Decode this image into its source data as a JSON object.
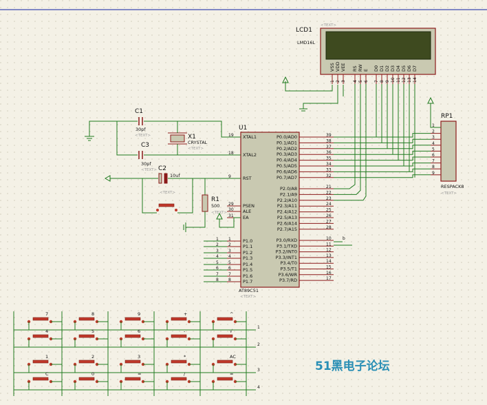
{
  "lcd": {
    "ref": "LCD1",
    "model": "LMD16L",
    "text_placeholder": "<TEXT>",
    "pins": [
      "VSS",
      "VDD",
      "VEE",
      "RS",
      "RW",
      "E",
      "D0",
      "D1",
      "D2",
      "D3",
      "D4",
      "D5",
      "D6",
      "D7"
    ],
    "pin_numbers": [
      "1",
      "2",
      "3",
      "4",
      "5",
      "6",
      "7",
      "8",
      "9",
      "10",
      "11",
      "12",
      "13",
      "14"
    ]
  },
  "mcu": {
    "ref": "U1",
    "part": "AT89C51",
    "text_placeholder": "<TEXT>",
    "left_pins": [
      {
        "name": "XTAL1",
        "num": "19"
      },
      {
        "name": "XTAL2",
        "num": "18"
      },
      {
        "name": "RST",
        "num": "9"
      },
      {
        "name": "PSEN",
        "num": "29"
      },
      {
        "name": "ALE",
        "num": "30"
      },
      {
        "name": "EA",
        "num": "31"
      },
      {
        "name": "P1.0",
        "num": "1"
      },
      {
        "name": "P1.1",
        "num": "2"
      },
      {
        "name": "P1.2",
        "num": "3"
      },
      {
        "name": "P1.3",
        "num": "4"
      },
      {
        "name": "P1.4",
        "num": "5"
      },
      {
        "name": "P1.5",
        "num": "6"
      },
      {
        "name": "P1.6",
        "num": "7"
      },
      {
        "name": "P1.7",
        "num": "8"
      }
    ],
    "right_pins": [
      {
        "name": "P0.0/AD0",
        "num": "39"
      },
      {
        "name": "P0.1/AD1",
        "num": "38"
      },
      {
        "name": "P0.2/AD2",
        "num": "37"
      },
      {
        "name": "P0.3/AD3",
        "num": "36"
      },
      {
        "name": "P0.4/AD4",
        "num": "35"
      },
      {
        "name": "P0.5/AD5",
        "num": "34"
      },
      {
        "name": "P0.6/AD6",
        "num": "33"
      },
      {
        "name": "P0.7/AD7",
        "num": "32"
      },
      {
        "name": "P2.0/A8",
        "num": "21"
      },
      {
        "name": "P2.1/A9",
        "num": "22"
      },
      {
        "name": "P2.2/A10",
        "num": "23"
      },
      {
        "name": "P2.3/A11",
        "num": "24"
      },
      {
        "name": "P2.4/A12",
        "num": "25"
      },
      {
        "name": "P2.5/A13",
        "num": "26"
      },
      {
        "name": "P2.6/A14",
        "num": "27"
      },
      {
        "name": "P2.7/A15",
        "num": "28"
      },
      {
        "name": "P3.0/RXD",
        "num": "10"
      },
      {
        "name": "P3.1/TXD",
        "num": "11"
      },
      {
        "name": "P3.2/INT0",
        "num": "12"
      },
      {
        "name": "P3.3/INT1",
        "num": "13"
      },
      {
        "name": "P3.4/T0",
        "num": "14"
      },
      {
        "name": "P3.5/T1",
        "num": "15"
      },
      {
        "name": "P3.6/WR",
        "num": "16"
      },
      {
        "name": "P3.7/RD",
        "num": "17"
      }
    ]
  },
  "parts": {
    "c1": {
      "ref": "C1",
      "value": "30pf",
      "text": "<TEXT>"
    },
    "c3": {
      "ref": "C3",
      "value": "30pf",
      "text": "<TEXT>"
    },
    "c2": {
      "ref": "C2",
      "value": "10uf",
      "text": "<TEXT>"
    },
    "x1": {
      "ref": "X1",
      "value": "CRYSTAL",
      "text": "<TEXT>"
    },
    "r1": {
      "ref": "R1",
      "value": "500",
      "text": "<TEXT>"
    },
    "rp1": {
      "ref": "RP1",
      "value": "RESPACK8",
      "text": "<TEXT>"
    }
  },
  "rp1_pins": [
    "1",
    "2",
    "3",
    "4",
    "5",
    "6",
    "7",
    "8",
    "9"
  ],
  "p1_net_labels": [
    "1",
    "2",
    "3",
    "4",
    "5",
    "6",
    "7",
    "8"
  ],
  "p3_net_label": "b",
  "keypad": {
    "rows": [
      [
        "7",
        "8",
        "9",
        "+"
      ],
      [
        "4",
        "5",
        "6",
        "-"
      ],
      [
        "1",
        "2",
        "3",
        "*"
      ],
      [
        "C",
        "0",
        "=",
        "/"
      ]
    ],
    "col5": [
      "^",
      "√",
      "AC",
      "="
    ],
    "col_net_labels": [
      "1",
      "2",
      "3",
      "4"
    ]
  },
  "watermark": "51黑电子论坛"
}
